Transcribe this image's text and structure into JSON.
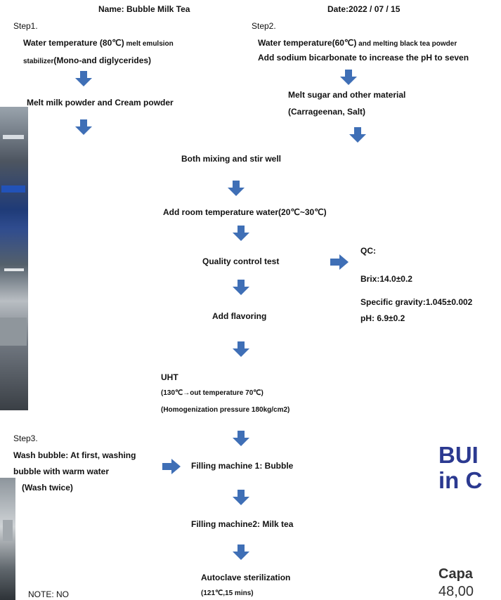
{
  "header": {
    "name": "Name: Bubble Milk Tea",
    "date": "Date:2022 / 07 / 15"
  },
  "step1": {
    "label": "Step1.",
    "line1_a": "Water temperature (80℃)",
    "line1_b": " melt emulsion",
    "line2_a": "stabilizer",
    "line2_b": "(Mono-and diglycerides)",
    "next": "Melt milk powder and Cream powder"
  },
  "step2": {
    "label": "Step2.",
    "line1_a": "Water temperature(60℃)",
    "line1_b": " and melting black tea powder",
    "line2": "Add sodium bicarbonate to increase the pH to seven",
    "next1": "Melt sugar and other material",
    "next2": "(Carrageenan, Salt)"
  },
  "flow": {
    "mix": "Both mixing and stir well",
    "water": "Add room temperature water(20℃~30℃)",
    "qc_test": "Quality control test",
    "flavor": "Add flavoring",
    "uht": "UHT",
    "uht_temp": "(130℃→out temperature 70℃)",
    "uht_pressure": "(Homogenization pressure 180kg/cm2)",
    "fill1": "Filling machine 1: Bubble",
    "fill2": "Filling machine2: Milk tea",
    "autoclave": "Autoclave sterilization",
    "autoclave_cond": "(121℃,15 mins)"
  },
  "qc": {
    "title": "QC:",
    "brix": "Brix:14.0±0.2",
    "gravity": "Specific gravity:1.045±0.002",
    "ph": "pH: 6.9±0.2"
  },
  "step3": {
    "label": "Step3.",
    "line1": "Wash bubble: At first, washing",
    "line2": "bubble with warm water",
    "line3": "(Wash twice)"
  },
  "note": "NOTE: NO",
  "side": {
    "heading1": "BUI",
    "heading2": "in C",
    "capacity_label": "Capa",
    "capacity_value": "48,00"
  },
  "colors": {
    "arrow": "#3f6fb6",
    "heading": "#2b3990"
  },
  "icons": [
    "arrow-down-icon",
    "arrow-right-icon"
  ]
}
